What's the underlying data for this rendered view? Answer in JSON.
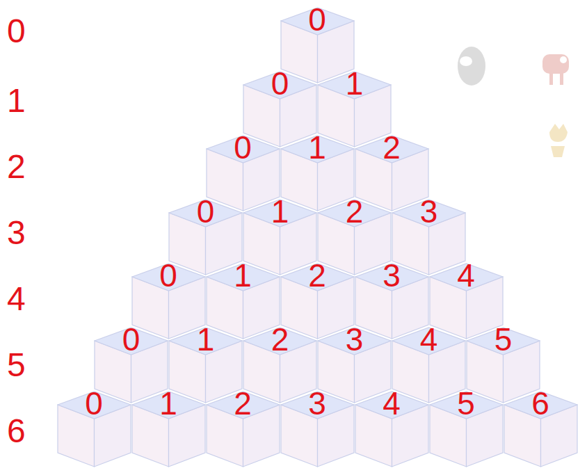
{
  "diagram": {
    "nodes": [
      {
        "text": [
          "0"
        ]
      },
      {
        "text": [
          "0"
        ]
      },
      {
        "text": [
          "1"
        ]
      },
      {
        "text": [
          "0"
        ]
      },
      {
        "text": [
          "1"
        ]
      },
      {
        "text": [
          "2"
        ]
      },
      {
        "text": [
          "0"
        ]
      },
      {
        "text": [
          "1"
        ]
      },
      {
        "text": [
          "2"
        ]
      },
      {
        "text": [
          "3"
        ]
      },
      {
        "text": [
          "0"
        ]
      },
      {
        "text": [
          "1"
        ]
      },
      {
        "text": [
          "2"
        ]
      },
      {
        "text": [
          "3"
        ]
      },
      {
        "text": [
          "4"
        ]
      },
      {
        "text": [
          "0"
        ]
      },
      {
        "text": [
          "1"
        ]
      },
      {
        "text": [
          "2"
        ]
      },
      {
        "text": [
          "3"
        ]
      },
      {
        "text": [
          "4"
        ]
      },
      {
        "text": [
          "5"
        ]
      },
      {
        "text": [
          "0"
        ]
      },
      {
        "text": [
          "1"
        ]
      },
      {
        "text": [
          "2"
        ]
      },
      {
        "text": [
          "3"
        ]
      },
      {
        "text": [
          "4"
        ]
      },
      {
        "text": [
          "5"
        ]
      },
      {
        "text": [
          "6"
        ]
      }
    ],
    "labels": [
      "0",
      "1",
      "2",
      "3",
      "4",
      "5",
      "6"
    ]
  }
}
